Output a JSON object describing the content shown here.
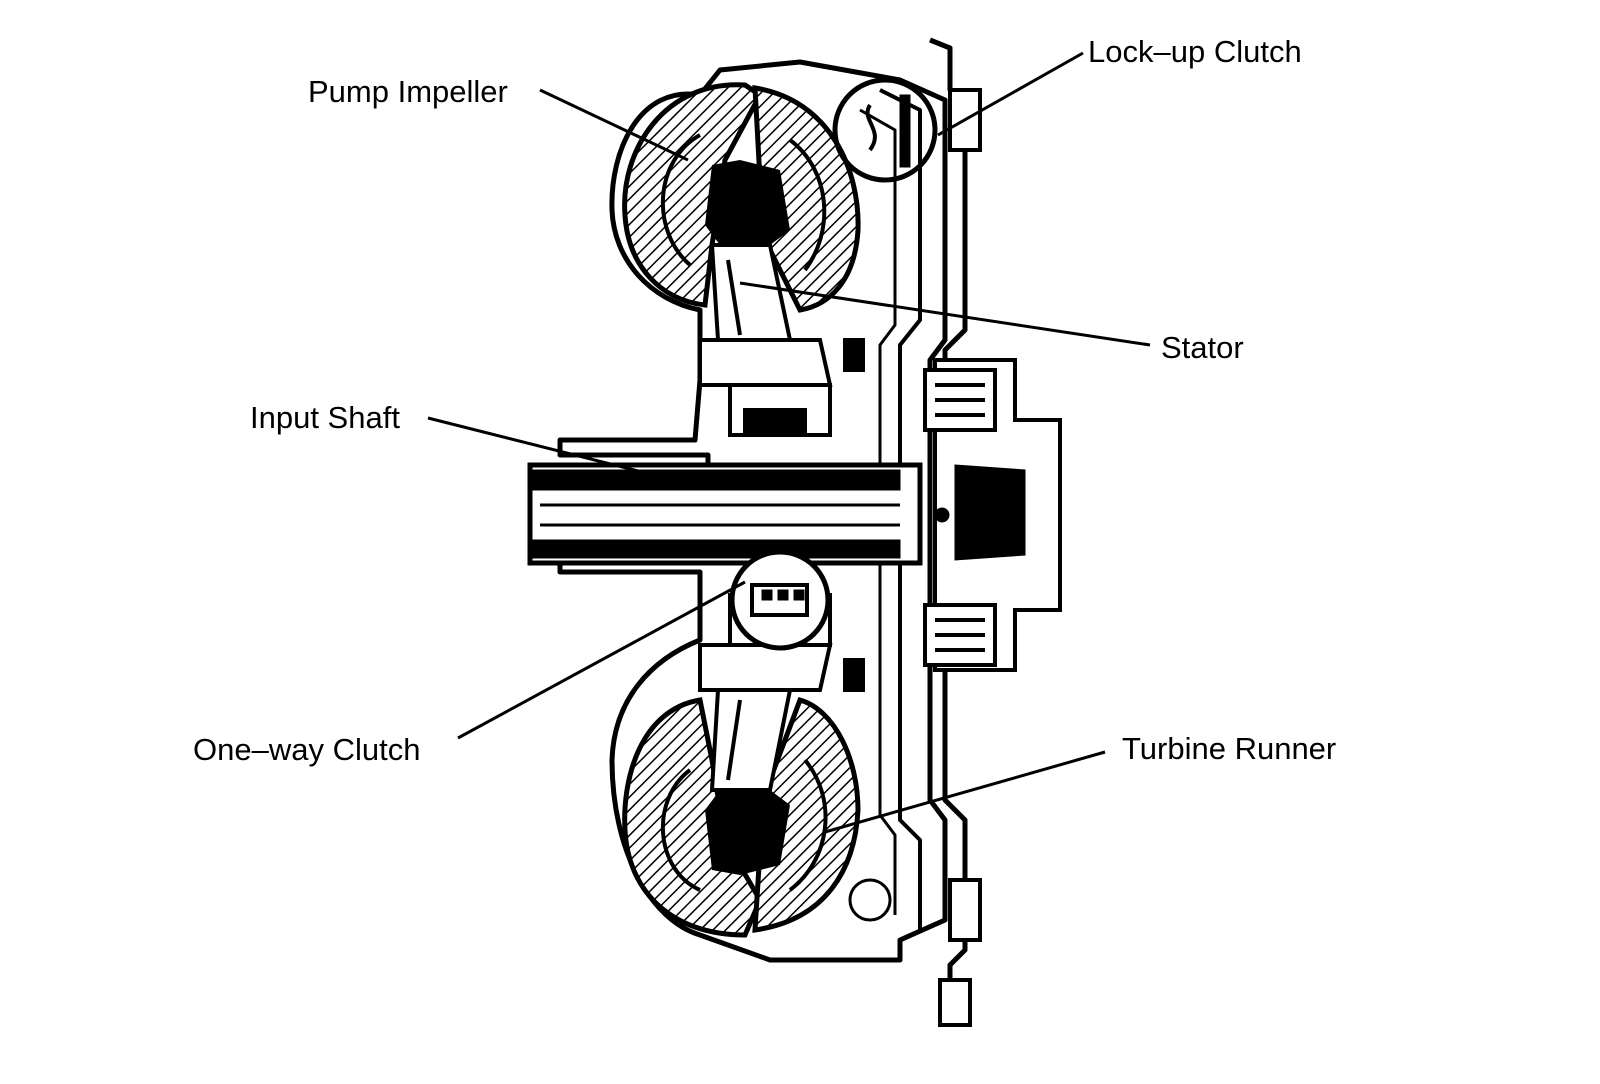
{
  "diagram": {
    "labels": {
      "pump_impeller": "Pump Impeller",
      "lockup_clutch": "Lock–up Clutch",
      "stator": "Stator",
      "input_shaft": "Input Shaft",
      "oneway_clutch": "One–way Clutch",
      "turbine_runner": "Turbine Runner"
    },
    "colors": {
      "ink": "#000000",
      "paper": "#ffffff"
    }
  }
}
